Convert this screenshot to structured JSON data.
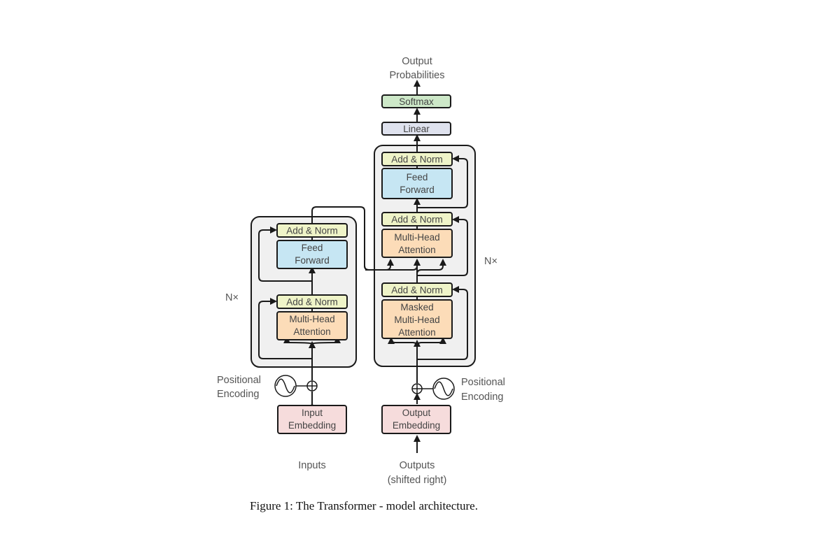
{
  "caption": "Figure 1: The Transformer - model architecture.",
  "colors": {
    "add_norm": "#eff4c8",
    "feed_forward": "#c6e6f3",
    "attention": "#fcdcb8",
    "embedding": "#f6dcdc",
    "linear": "#dfe2ee",
    "softmax": "#cde8c8",
    "stack_bg": "#f0f0f0",
    "stroke": "#1a1a1a"
  },
  "top": {
    "output_label_1": "Output",
    "output_label_2": "Probabilities",
    "softmax": "Softmax",
    "linear": "Linear"
  },
  "encoder": {
    "repeat": "N×",
    "add_norm_top": "Add & Norm",
    "ff_1": "Feed",
    "ff_2": "Forward",
    "add_norm_bottom": "Add & Norm",
    "mha_1": "Multi-Head",
    "mha_2": "Attention",
    "pe_1": "Positional",
    "pe_2": "Encoding",
    "emb_1": "Input",
    "emb_2": "Embedding",
    "input_label": "Inputs"
  },
  "decoder": {
    "repeat": "N×",
    "add_norm_top": "Add & Norm",
    "ff_1": "Feed",
    "ff_2": "Forward",
    "add_norm_mid": "Add & Norm",
    "mha_1": "Multi-Head",
    "mha_2": "Attention",
    "add_norm_bottom": "Add & Norm",
    "mmha_1": "Masked",
    "mmha_2": "Multi-Head",
    "mmha_3": "Attention",
    "pe_1": "Positional",
    "pe_2": "Encoding",
    "emb_1": "Output",
    "emb_2": "Embedding",
    "input_label_1": "Outputs",
    "input_label_2": "(shifted right)"
  }
}
